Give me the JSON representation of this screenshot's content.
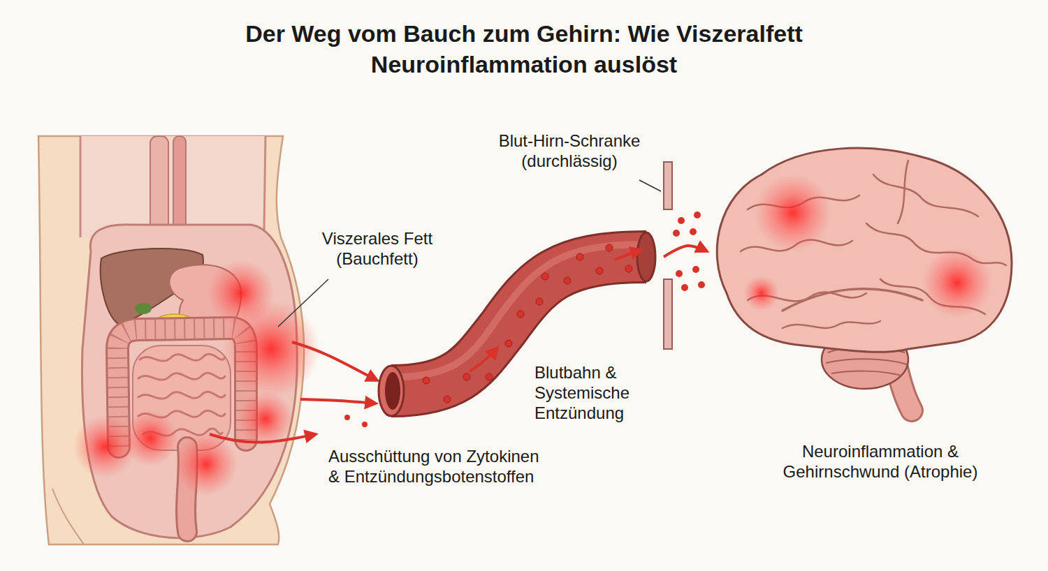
{
  "diagram": {
    "title": "Der Weg vom Bauch zum Gehirn: Wie Viszeralfett Neuroinflammation auslöst",
    "nodes": [
      {
        "text": [
          "Viszerales Fett (Bauchfett)"
        ]
      },
      {
        "text": [
          "Blutbahn & Systemische Entzündung"
        ]
      },
      {
        "text": [
          "Neuroinflammation & Gehirnschwund (Atrophie)"
        ]
      }
    ],
    "edges": [
      {
        "from": 0,
        "to": 1,
        "label": "Ausschüttung von Zytokinen & Entzündungsbotenstoffen",
        "arrow": "to"
      },
      {
        "from": 1,
        "to": 2,
        "arrow": "to"
      }
    ],
    "labels": [
      "Blut-Hirn-Schranke (durchlässig)"
    ]
  }
}
